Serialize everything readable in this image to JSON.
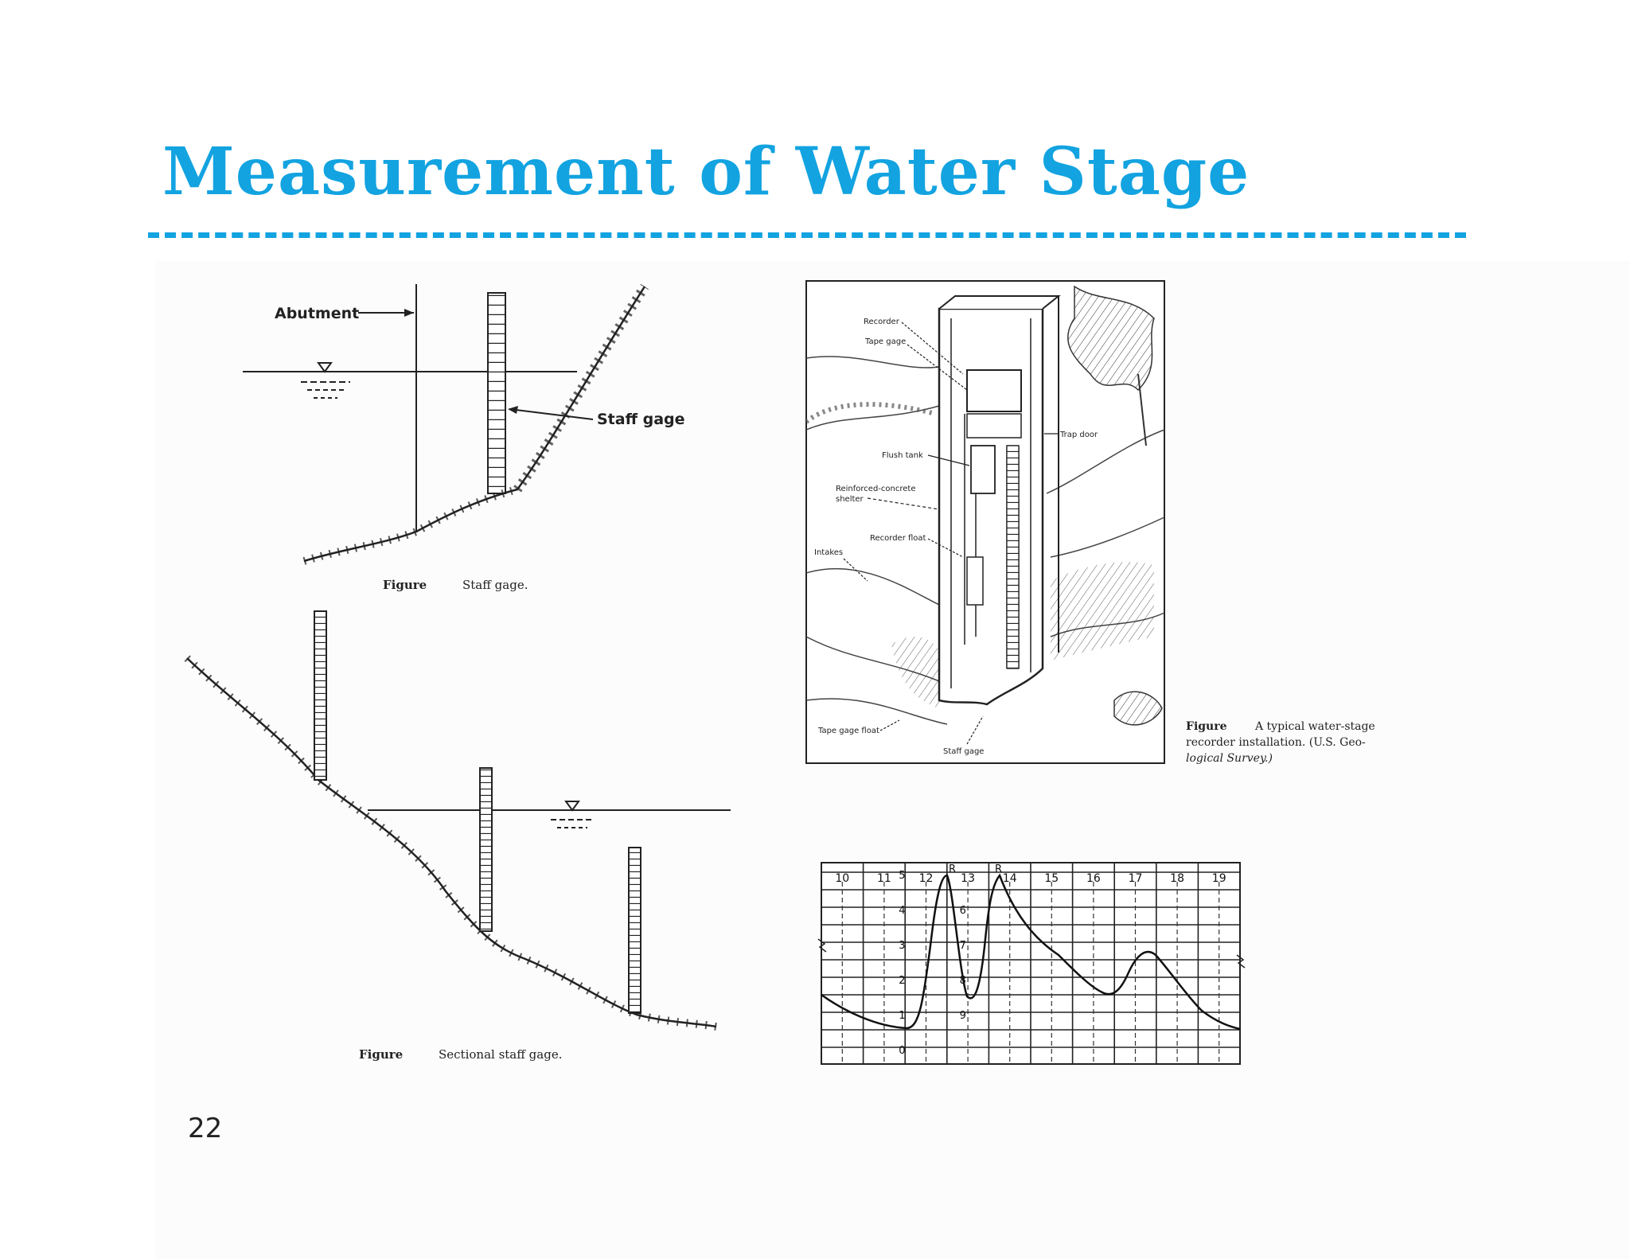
{
  "slide": {
    "title": "Measurement of Water Stage",
    "page_number": "22",
    "accent_color": "#12a3e0"
  },
  "fig_staff": {
    "abutment": "Abutment",
    "staff_gage": "Staff gage",
    "caption_label": "Figure",
    "caption": "Staff gage."
  },
  "fig_sectional": {
    "caption_label": "Figure",
    "caption": "Sectional staff gage."
  },
  "fig_recorder": {
    "labels": {
      "recorder": "Recorder",
      "tape_gage": "Tape gage",
      "flush_tank": "Flush tank",
      "shelter_line1": "Reinforced-concrete",
      "shelter_line2": "shelter",
      "recorder_float": "Recorder float",
      "intakes": "Intakes",
      "tape_gage_float": "Tape gage float",
      "staff_gage": "Staff gage",
      "trap_door": "Trap door"
    },
    "caption_label": "Figure",
    "caption_line1": "A typical water-stage",
    "caption_line2": "recorder installation. (U.S. Geo-",
    "caption_line3": "logical Survey.)"
  },
  "fig_chart": {
    "day_labels": [
      "10",
      "11",
      "12",
      "13",
      "14",
      "15",
      "16",
      "17",
      "18",
      "19"
    ],
    "stage_left_scale": [
      "5",
      "4",
      "3",
      "2",
      "1",
      "0"
    ],
    "stage_right_scale": [
      "6",
      "7",
      "8",
      "9"
    ],
    "reversal_marks": [
      "R",
      "R"
    ]
  }
}
